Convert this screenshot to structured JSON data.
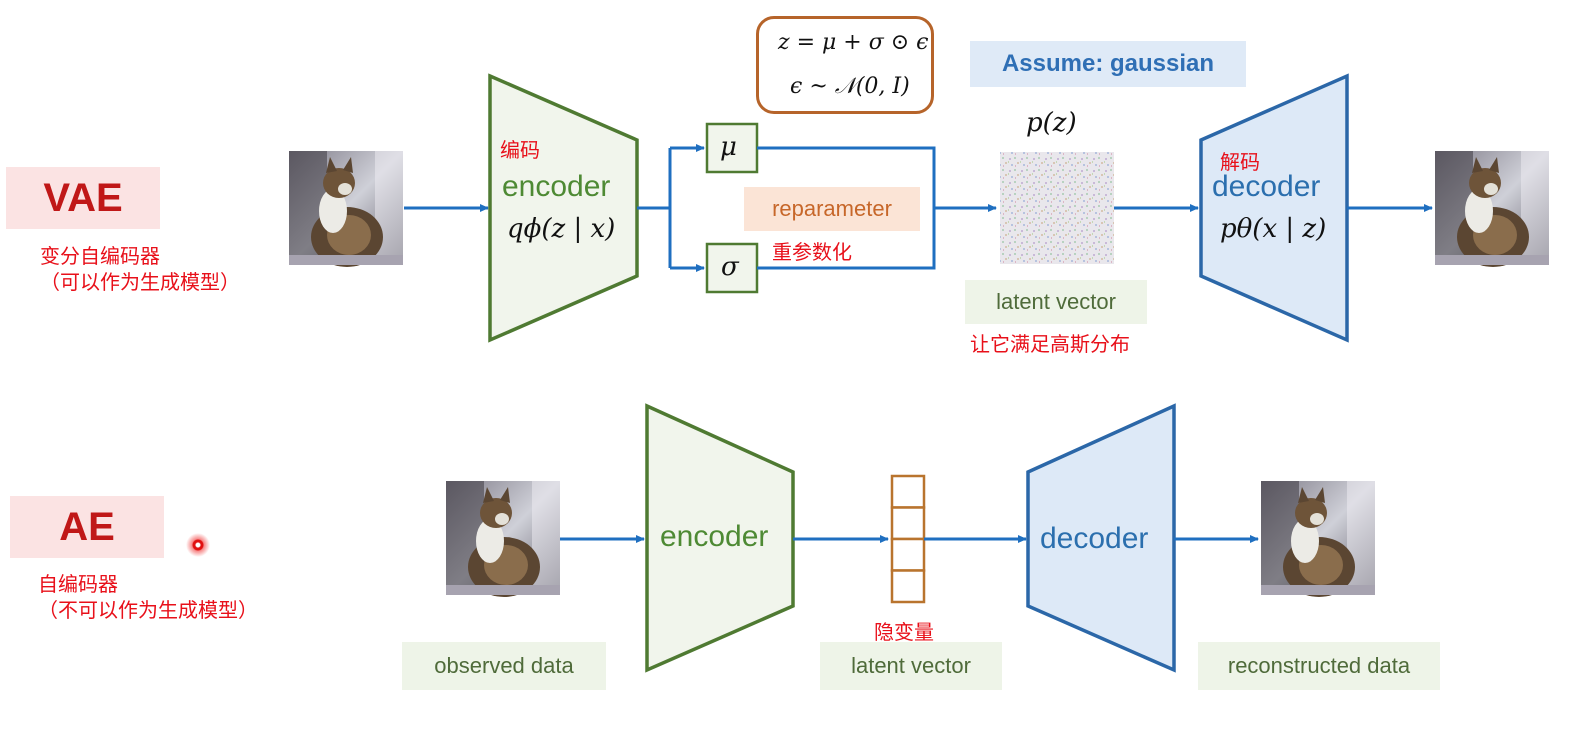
{
  "vae": {
    "tag": "VAE",
    "name_cn": "变分自编码器",
    "note_cn": "（可以作为生成模型）",
    "encoder_cn": "编码",
    "encoder": "encoder",
    "encoder_dist": "qϕ(z | x)",
    "mu": "μ",
    "sigma": "σ",
    "reparameter": "reparameter",
    "reparameter_cn": "重参数化",
    "formula_1": "z = μ + σ ⊙ ϵ",
    "formula_2": "ϵ ~ 𝒩(0, I)",
    "assume": "Assume: gaussian",
    "prior": "p(z)",
    "latent_label": "latent vector",
    "latent_note_cn": "让它满足高斯分布",
    "decoder_cn": "解码",
    "decoder": "decoder",
    "decoder_dist": "pθ(x | z)"
  },
  "ae": {
    "tag": "AE",
    "name_cn": "自编码器",
    "note_cn": "（不可以作为生成模型）",
    "encoder": "encoder",
    "decoder": "decoder",
    "latent_cn": "隐变量",
    "observed_label": "observed data",
    "latent_label": "latent vector",
    "reconstructed_label": "reconstructed data"
  },
  "colors": {
    "encoder_stroke": "#4f7a32",
    "encoder_fill": "#f1f5ec",
    "decoder_stroke": "#2b67a8",
    "decoder_fill": "#dde9f7",
    "arrow": "#1f6fc0",
    "latent_cell": "#b9742e",
    "accent_red": "#e8101a"
  },
  "ae_latent_cells": 4
}
